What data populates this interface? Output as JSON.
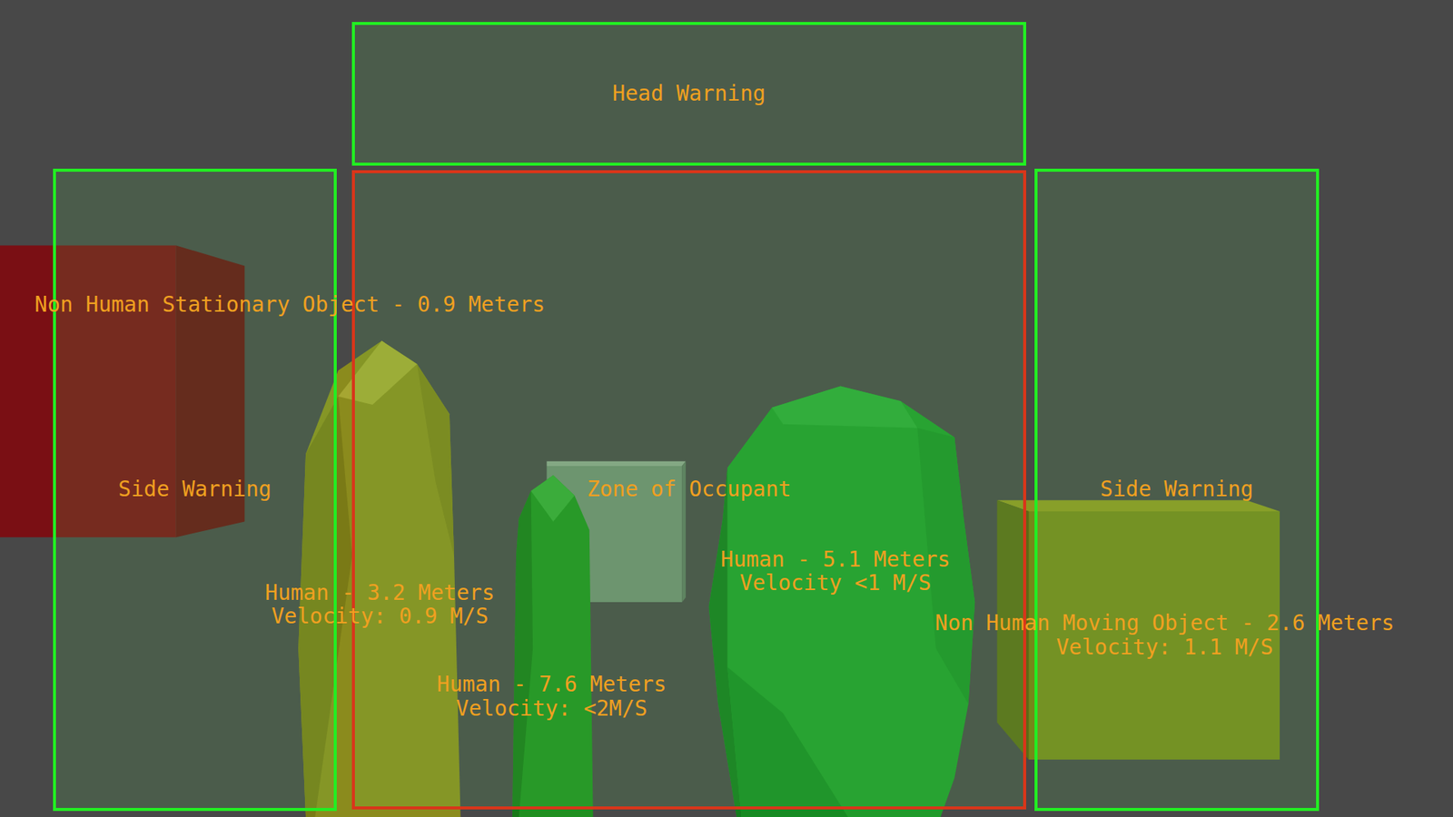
{
  "diagram": {
    "nodes": [
      {
        "text": [
          "Head Warning"
        ]
      },
      {
        "text": [
          "Side Warning"
        ]
      },
      {
        "text": [
          "Zone of Occupant"
        ]
      },
      {
        "text": [
          "Side Warning"
        ]
      }
    ],
    "labels": [
      "Non Human Stationary Object - 0.9 Meters",
      "Human - 5.1 Meters",
      "Velocity <1 M/S",
      "Human - 3.2 Meters",
      "Velocity: 0.9 M/S",
      "Non Human Moving Object - 2.6 Meters",
      "Velocity: 1.1 M/S",
      "Human - 7.6 Meters",
      "Velocity: <2M/S"
    ]
  }
}
